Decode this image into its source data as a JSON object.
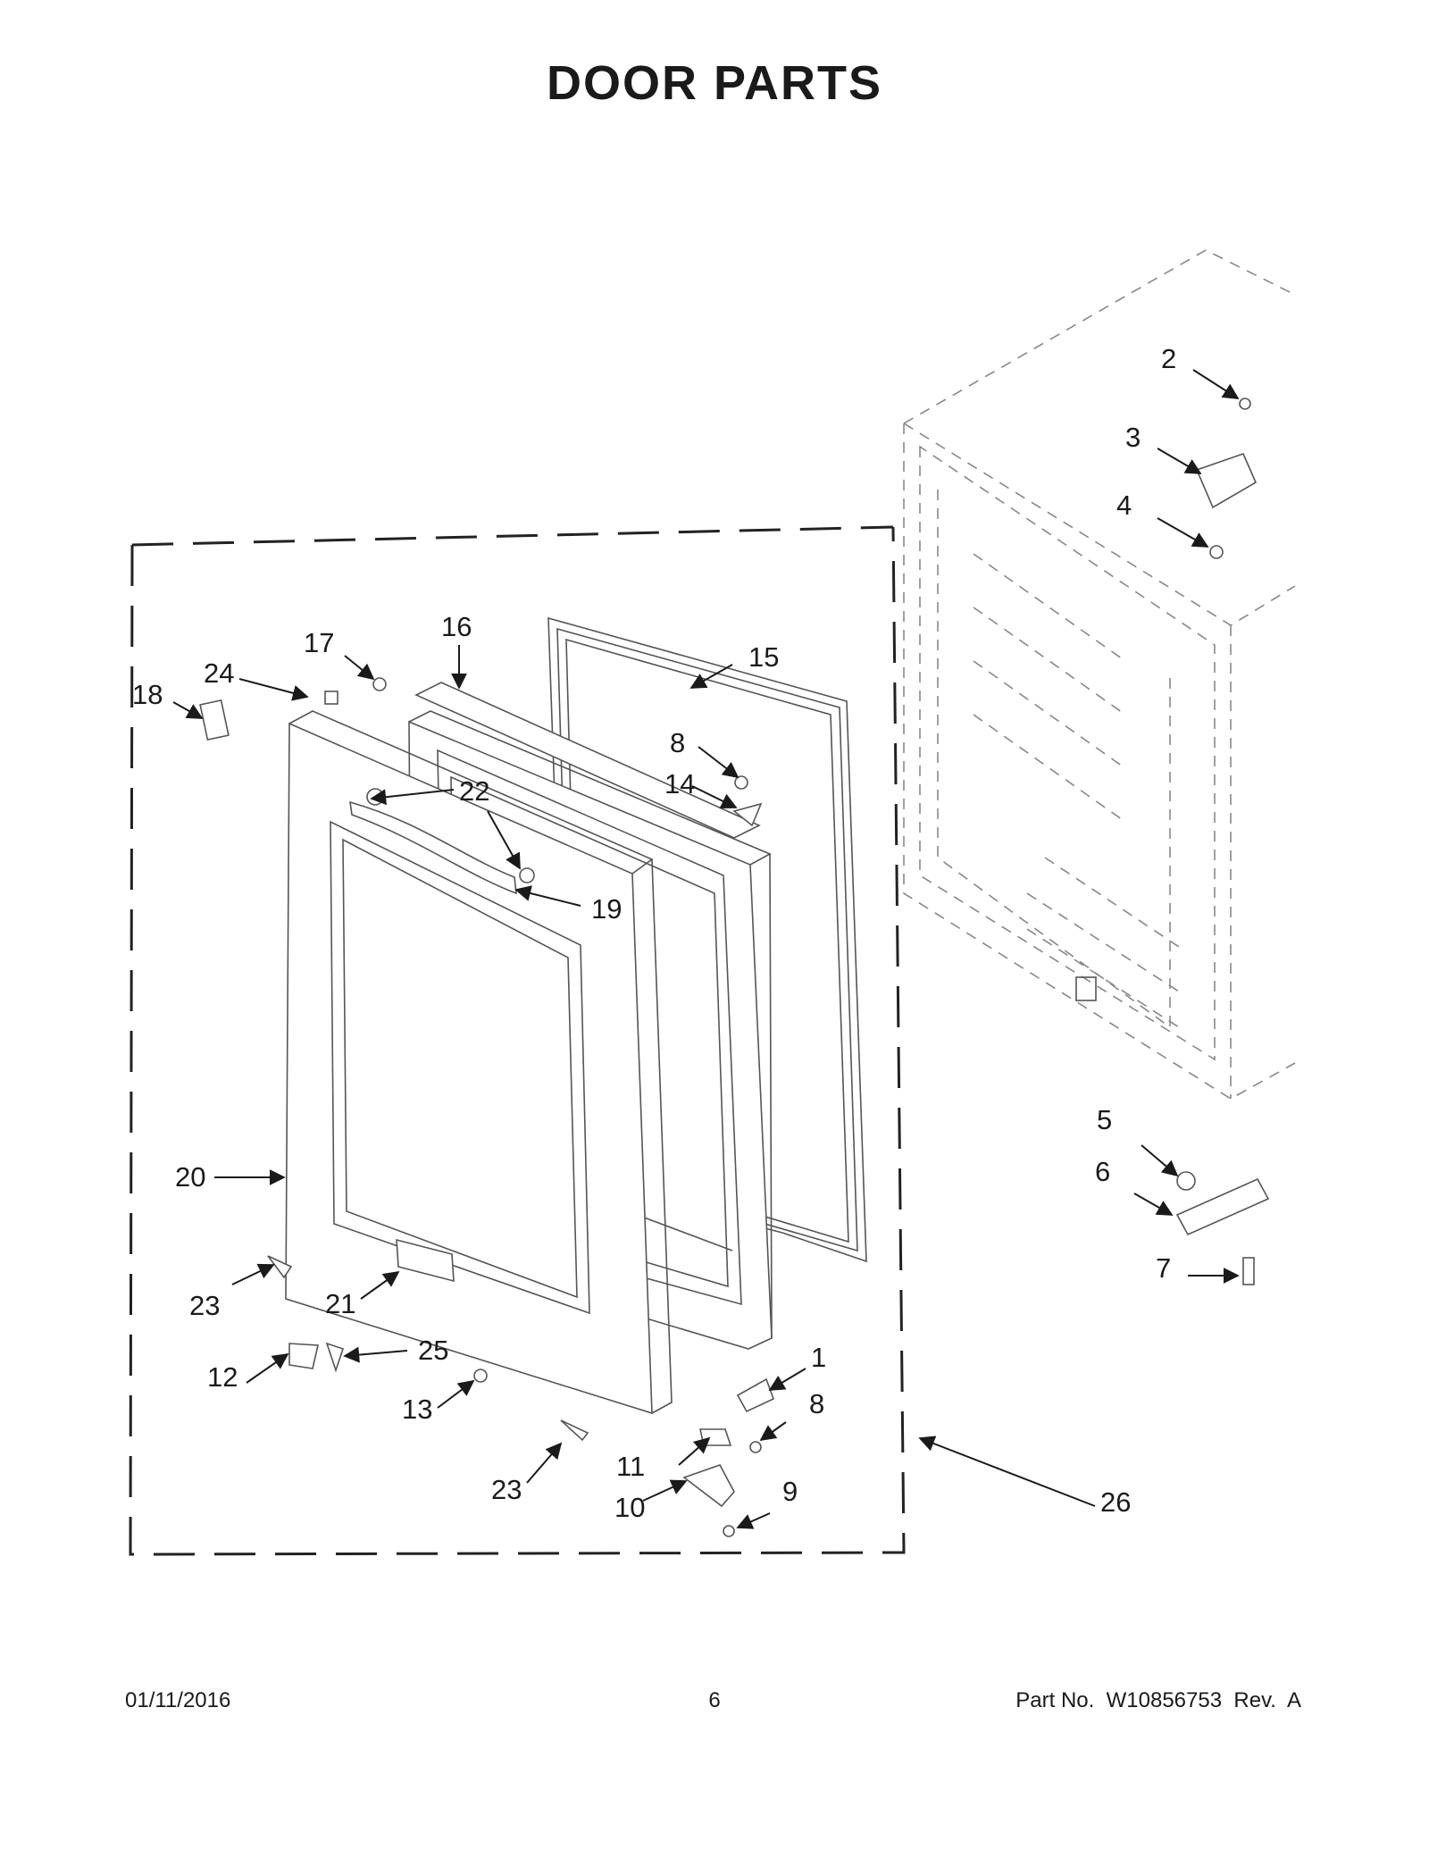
{
  "title": "DOOR PARTS",
  "footer": {
    "date": "01/11/2016",
    "page": "6",
    "part": "Part No.  W10856753  Rev.  A"
  },
  "callouts": [
    {
      "id": "c1",
      "label": "1"
    },
    {
      "id": "c2",
      "label": "2"
    },
    {
      "id": "c3",
      "label": "3"
    },
    {
      "id": "c4",
      "label": "4"
    },
    {
      "id": "c5",
      "label": "5"
    },
    {
      "id": "c6",
      "label": "6"
    },
    {
      "id": "c7",
      "label": "7"
    },
    {
      "id": "c8a",
      "label": "8"
    },
    {
      "id": "c8b",
      "label": "8"
    },
    {
      "id": "c9",
      "label": "9"
    },
    {
      "id": "c10",
      "label": "10"
    },
    {
      "id": "c11",
      "label": "11"
    },
    {
      "id": "c12",
      "label": "12"
    },
    {
      "id": "c13",
      "label": "13"
    },
    {
      "id": "c14",
      "label": "14"
    },
    {
      "id": "c15",
      "label": "15"
    },
    {
      "id": "c16",
      "label": "16"
    },
    {
      "id": "c17",
      "label": "17"
    },
    {
      "id": "c18",
      "label": "18"
    },
    {
      "id": "c19",
      "label": "19"
    },
    {
      "id": "c20",
      "label": "20"
    },
    {
      "id": "c21",
      "label": "21"
    },
    {
      "id": "c22",
      "label": "22"
    },
    {
      "id": "c23a",
      "label": "23"
    },
    {
      "id": "c23b",
      "label": "23"
    },
    {
      "id": "c24",
      "label": "24"
    },
    {
      "id": "c25",
      "label": "25"
    },
    {
      "id": "c26",
      "label": "26"
    }
  ]
}
